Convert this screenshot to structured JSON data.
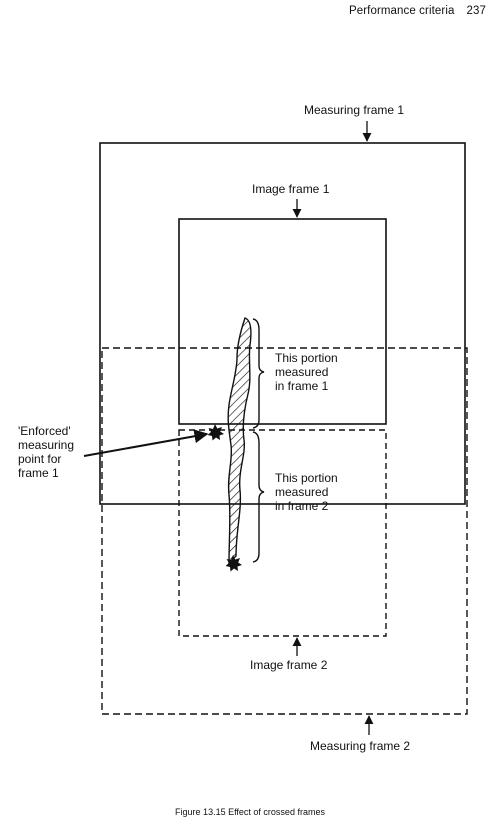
{
  "header": {
    "title": "Performance criteria",
    "page_number": "237"
  },
  "labels": {
    "measuring_frame_1": "Measuring frame 1",
    "image_frame_1": "Image frame 1",
    "portion_frame_1": [
      "This portion",
      "measured",
      "in frame 1"
    ],
    "enforced_point": [
      "'Enforced'",
      "measuring",
      "point for",
      "frame 1"
    ],
    "portion_frame_2": [
      "This portion",
      "measured",
      "in frame 2"
    ],
    "image_frame_2": "Image frame 2",
    "measuring_frame_2": "Measuring frame 2"
  },
  "caption": "Figure 13.15 Effect of crossed frames"
}
